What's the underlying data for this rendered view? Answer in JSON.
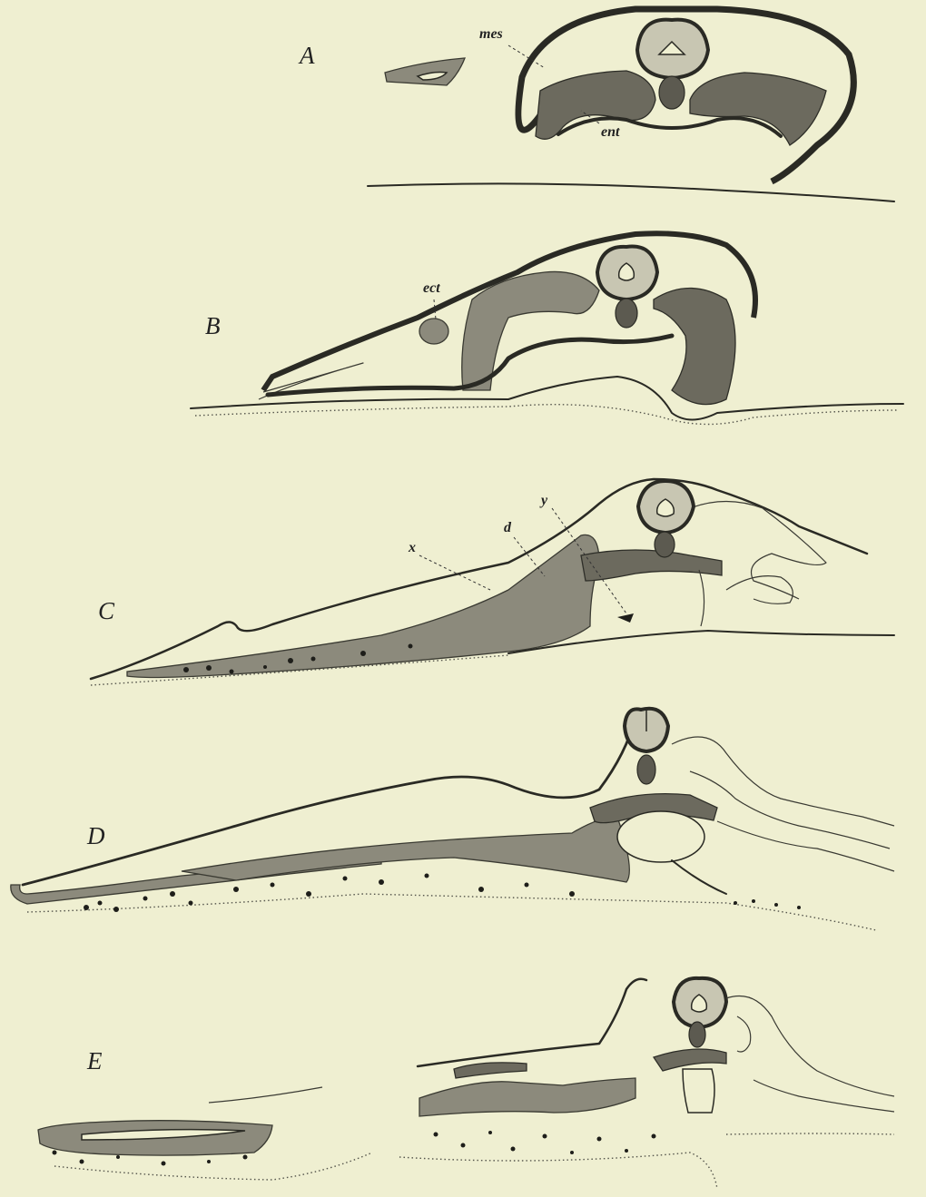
{
  "panels": [
    {
      "letter": "A",
      "labels": [
        "mes",
        "ent"
      ]
    },
    {
      "letter": "B",
      "labels": [
        "ect"
      ]
    },
    {
      "letter": "C",
      "labels": [
        "x",
        "d",
        "y"
      ]
    },
    {
      "letter": "D",
      "labels": []
    },
    {
      "letter": "E",
      "labels": []
    }
  ],
  "colors": {
    "paper": "#efefd1",
    "ink": "#2a2a24",
    "tissue": "#8c8a7c"
  }
}
